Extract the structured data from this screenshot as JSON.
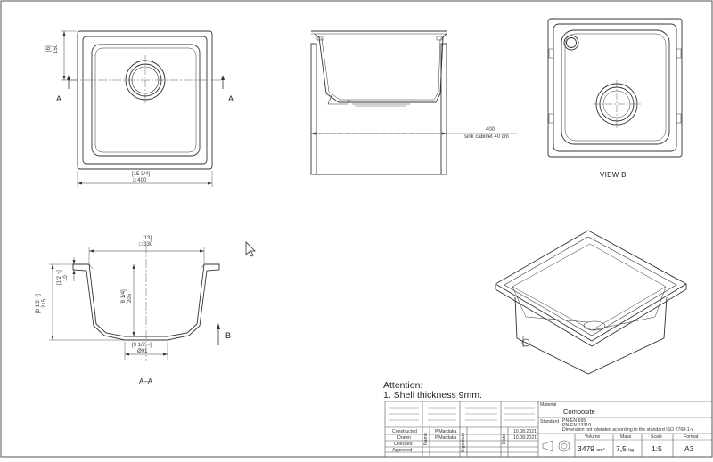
{
  "drawing": {
    "attention_line1": "Attention:",
    "attention_line2": "1. Shell thickness 9mm.",
    "view_b_label": "VIEW B",
    "section_label": "A–A",
    "section_marker_a": "A",
    "view_marker_b": "B"
  },
  "dimensions": {
    "top_width_in": "[15 3/4]",
    "top_width_mm": "400",
    "top_side_in": "[6]",
    "top_side_mm": "150",
    "cabinet_value": "400",
    "cabinet_label": "sink cabinet 40 cm",
    "section_width_in": "[13]",
    "section_width_mm": "330",
    "section_depth_in": "[8 1/4]",
    "section_depth_mm": "205",
    "section_total_in": "[8 1/2 ~]",
    "section_total_mm": "215",
    "section_rim_in": "[1/2 ~]",
    "section_rim_mm": "10",
    "drain_in": "[3 1/2 ~]",
    "drain_mm": "Ø91"
  },
  "title_block": {
    "material_label": "Material",
    "material_value": "Composite",
    "standard_label": "Standard",
    "standard_line1": "PN-EN 695",
    "standard_line2": "PN-EN 13310",
    "standard_line3": "Dimension not tolerated according to the standard ISO 2768-1-v",
    "rows": [
      {
        "role": "Constructed",
        "name": "P.Mardaka",
        "date": "10.08.2021"
      },
      {
        "role": "Drawn",
        "name": "P.Mardaka",
        "date": "10.08.2021"
      },
      {
        "role": "Checked",
        "name": "",
        "date": ""
      },
      {
        "role": "Approved",
        "name": "",
        "date": ""
      }
    ],
    "col_name": "Name",
    "col_signature": "Signature",
    "col_date": "Date",
    "volume_label": "Volume",
    "volume_value": "3479",
    "volume_unit": "cm³",
    "mass_label": "Mass",
    "mass_value": "7,5",
    "mass_unit": "kg",
    "scale_label": "Scale",
    "scale_value": "1:5",
    "format_label": "Format",
    "format_value": "A3"
  }
}
